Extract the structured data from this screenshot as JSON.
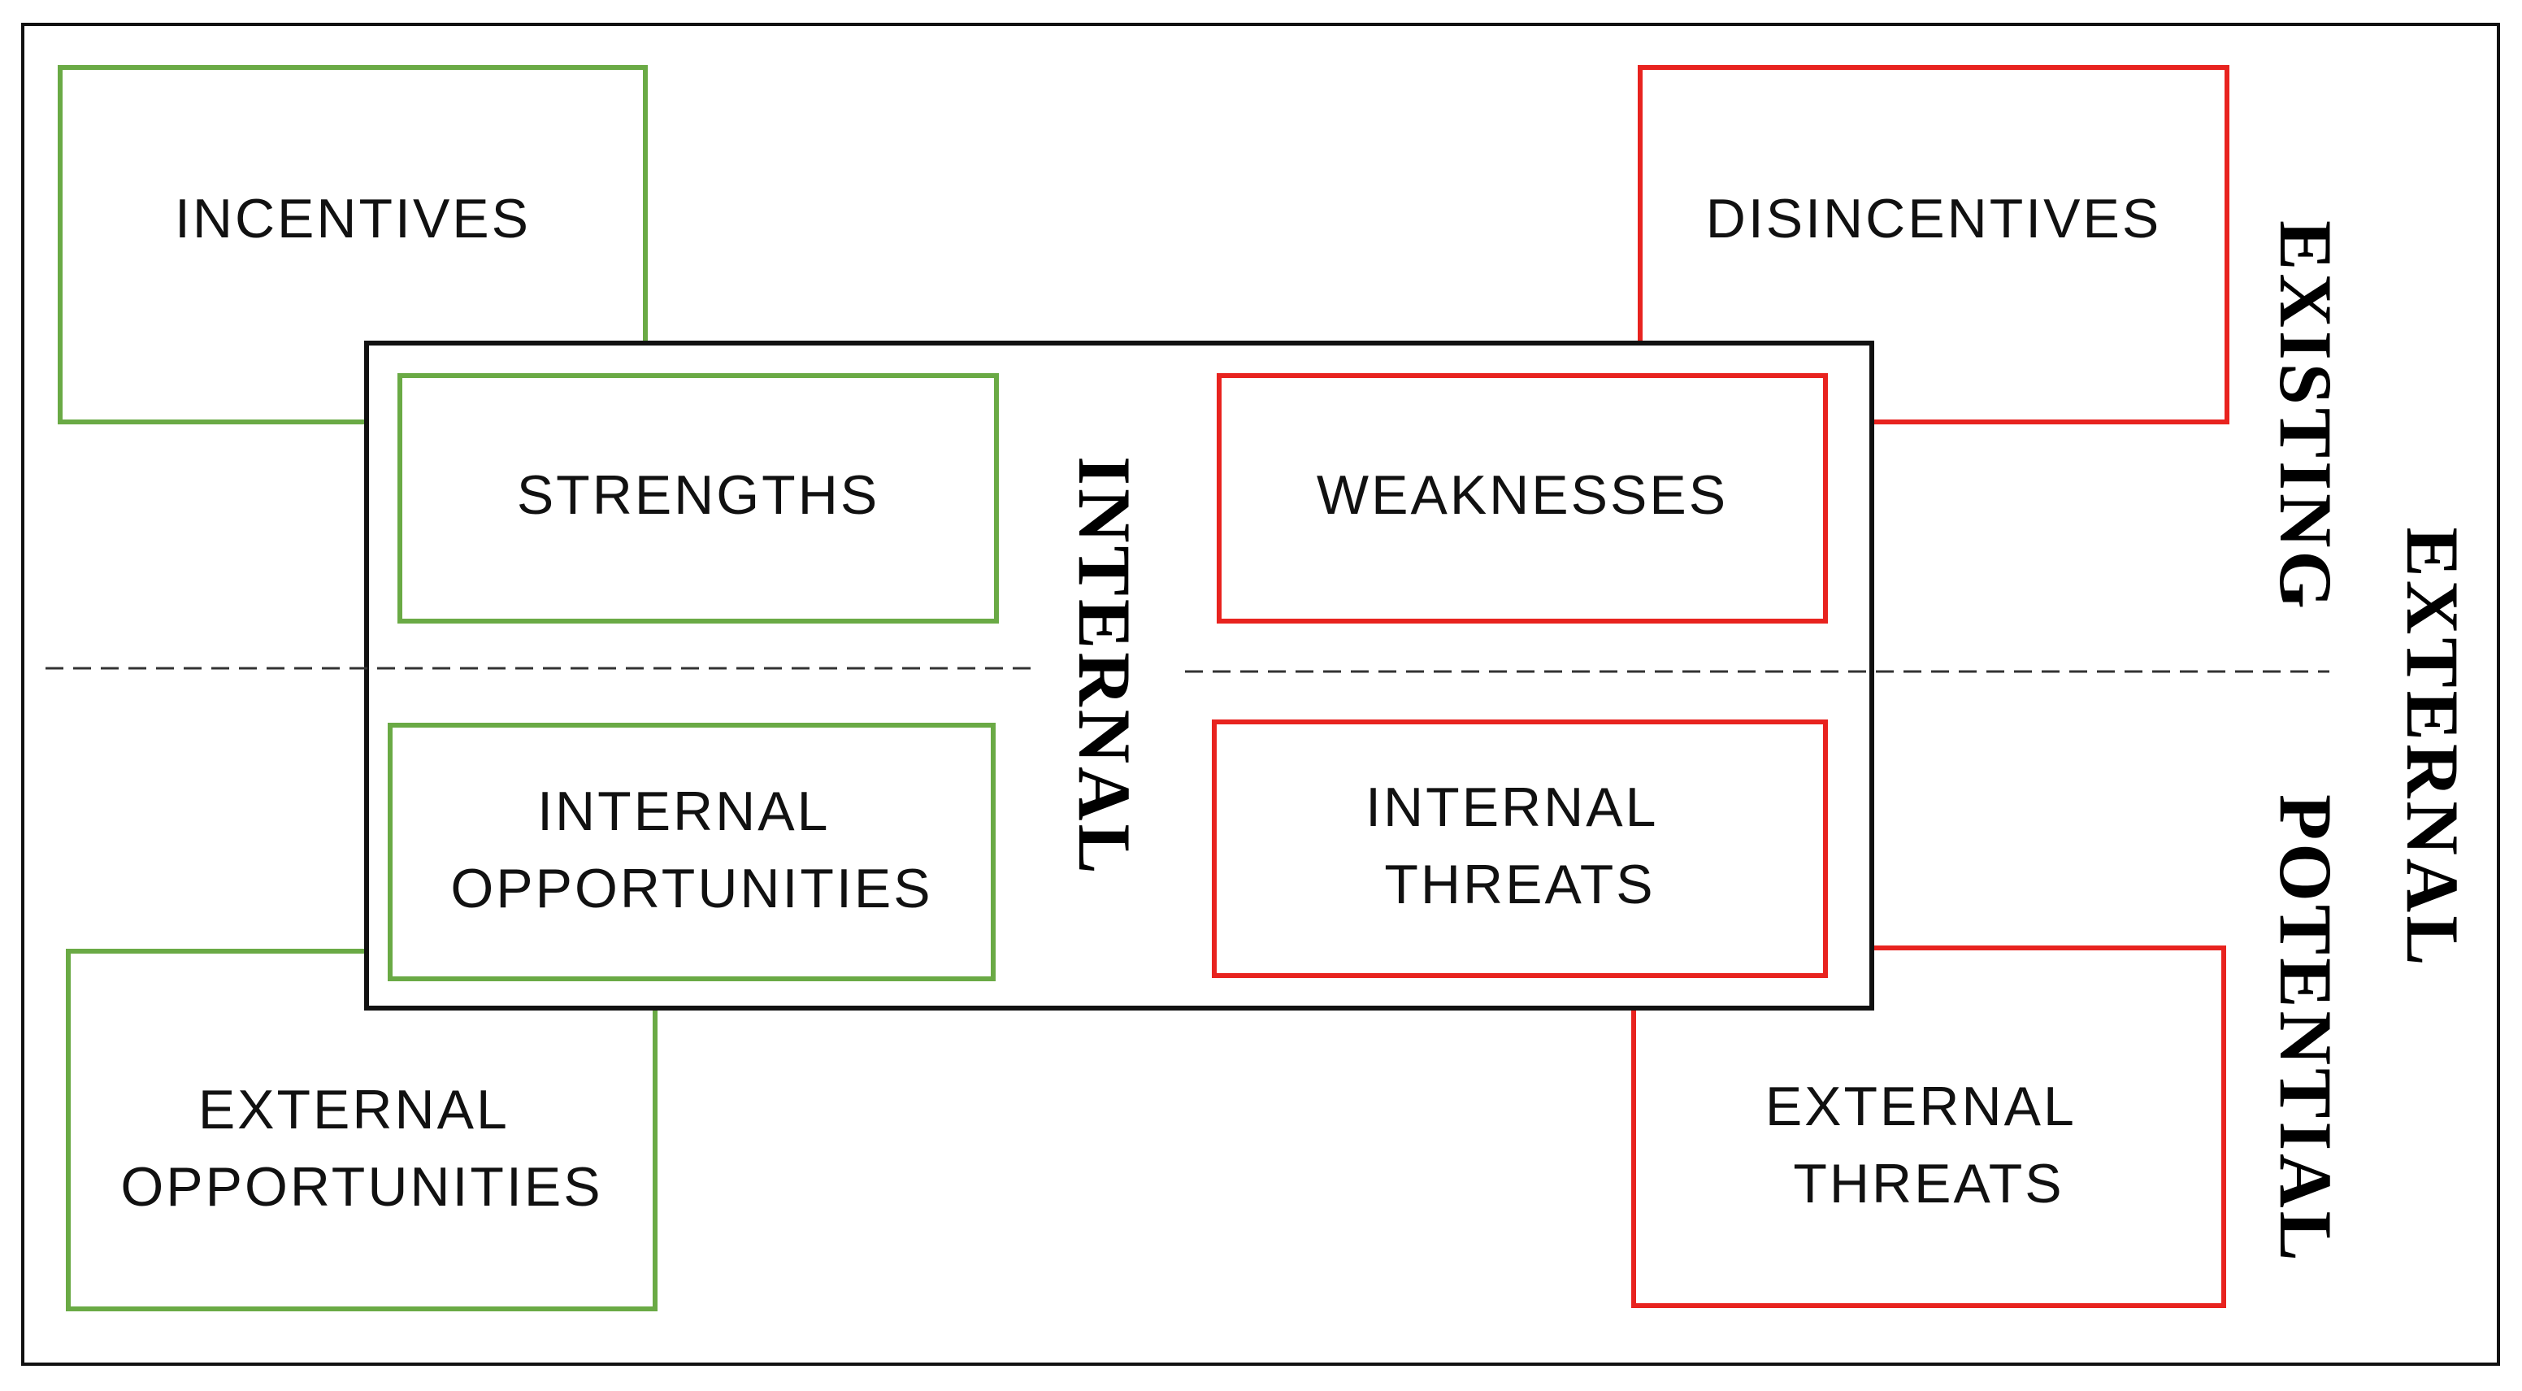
{
  "colors": {
    "positive": "#6aaa45",
    "negative": "#e8231f",
    "frame": "#111111",
    "divider": "#333333"
  },
  "boxes": {
    "incentives": [
      "INCENTIVES"
    ],
    "disincentives": [
      "DISINCENTIVES"
    ],
    "strengths": [
      "STRENGTHS"
    ],
    "weaknesses": [
      "WEAKNESSES"
    ],
    "internal_opportunities": [
      "INTERNAL",
      "OPPORTUNITIES"
    ],
    "internal_threats": [
      "INTERNAL",
      "THREATS"
    ],
    "external_opportunities": [
      "EXTERNAL",
      "OPPORTUNITIES"
    ],
    "external_threats": [
      "EXTERNAL",
      "THREATS"
    ]
  },
  "side_labels": {
    "internal": "INTERNAL",
    "existing": "EXISTING",
    "potential": "POTENTIAL",
    "external": "EXTERNAL"
  }
}
